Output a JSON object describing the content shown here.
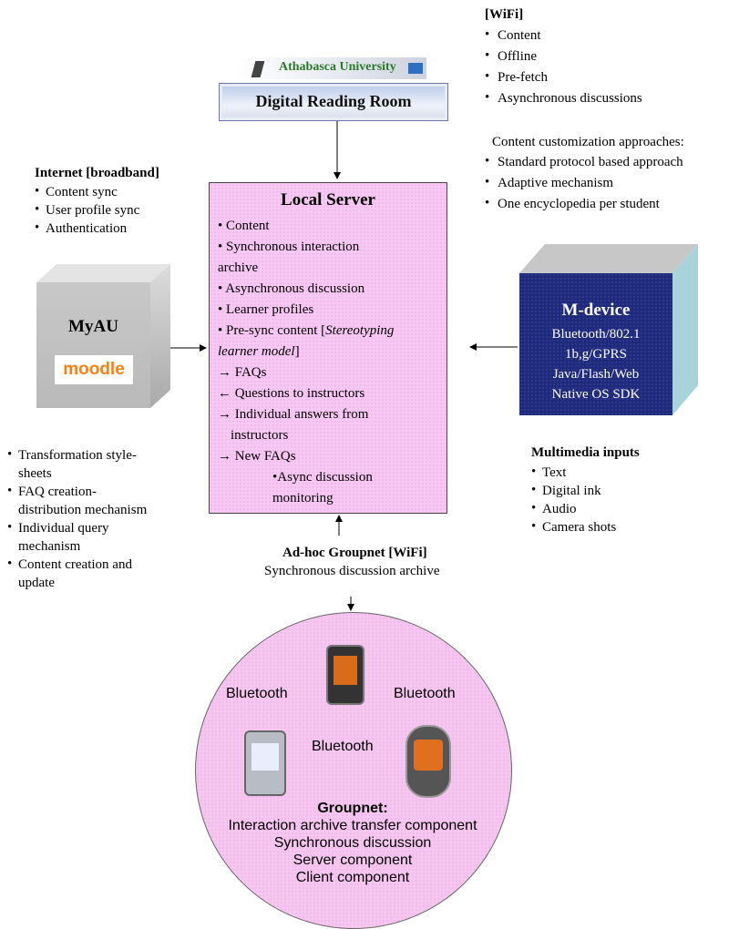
{
  "wifi": {
    "title": "[WiFi]",
    "items": [
      "Content",
      "Offline",
      "Pre-fetch",
      "Asynchronous discussions"
    ]
  },
  "customization": {
    "title": "Content customization approaches:",
    "items": [
      "Standard protocol based approach",
      "Adaptive mechanism",
      "One encyclopedia per student"
    ]
  },
  "banner": {
    "university": "Athabasca University",
    "room": "Digital Reading Room"
  },
  "internet": {
    "title": "Internet [broadband]",
    "items": [
      "Content sync",
      "User profile sync",
      "Authentication"
    ]
  },
  "local_server": {
    "title": "Local Server",
    "lines": [
      {
        "b": "• ",
        "t": "Content"
      },
      {
        "b": "• ",
        "t": "Synchronous interaction"
      },
      {
        "b": "",
        "t": "archive"
      },
      {
        "b": "• ",
        "t": "Asynchronous discussion"
      },
      {
        "b": "• ",
        "t": "Learner profiles"
      },
      {
        "b": "• ",
        "t": "Pre-sync content ["
      },
      {
        "b": "",
        "t": "learner model"
      },
      {
        "b": "→ ",
        "t": "FAQs"
      },
      {
        "b": "← ",
        "t": "Questions to instructors"
      },
      {
        "b": "→ ",
        "t": "Individual answers from"
      },
      {
        "b": "",
        "t": "instructors"
      },
      {
        "b": "→ ",
        "t": "New FAQs"
      },
      {
        "b": "        •",
        "t": "Async discussion"
      },
      {
        "b": "",
        "t": "monitoring"
      }
    ],
    "italic_a": "Stereotyping",
    "bracket_close": "]"
  },
  "myau": {
    "title": "MyAU",
    "logo": "moodle"
  },
  "mdevice": {
    "title": "M-device",
    "lines": [
      "Bluetooth/802.1",
      "1b,g/GPRS",
      "Java/Flash/Web",
      "Native OS SDK"
    ]
  },
  "left_list": {
    "items": [
      [
        "Transformation style-",
        "sheets"
      ],
      [
        "FAQ creation-",
        "distribution mechanism"
      ],
      [
        "Individual query",
        "mechanism"
      ],
      [
        "Content creation and",
        "update"
      ]
    ]
  },
  "multimedia": {
    "title": "Multimedia inputs",
    "items": [
      "Text",
      "Digital ink",
      "Audio",
      "Camera shots"
    ]
  },
  "adhoc": {
    "title": "Ad-hoc Groupnet [WiFi]",
    "subtitle": "Synchronous discussion archive"
  },
  "groupnet": {
    "bt_left": "Bluetooth",
    "bt_right": "Bluetooth",
    "bt_bottom": "Bluetooth",
    "title": "Groupnet:",
    "lines": [
      "Interaction archive transfer component",
      "Synchronous discussion",
      "Server component",
      "Client component"
    ]
  }
}
